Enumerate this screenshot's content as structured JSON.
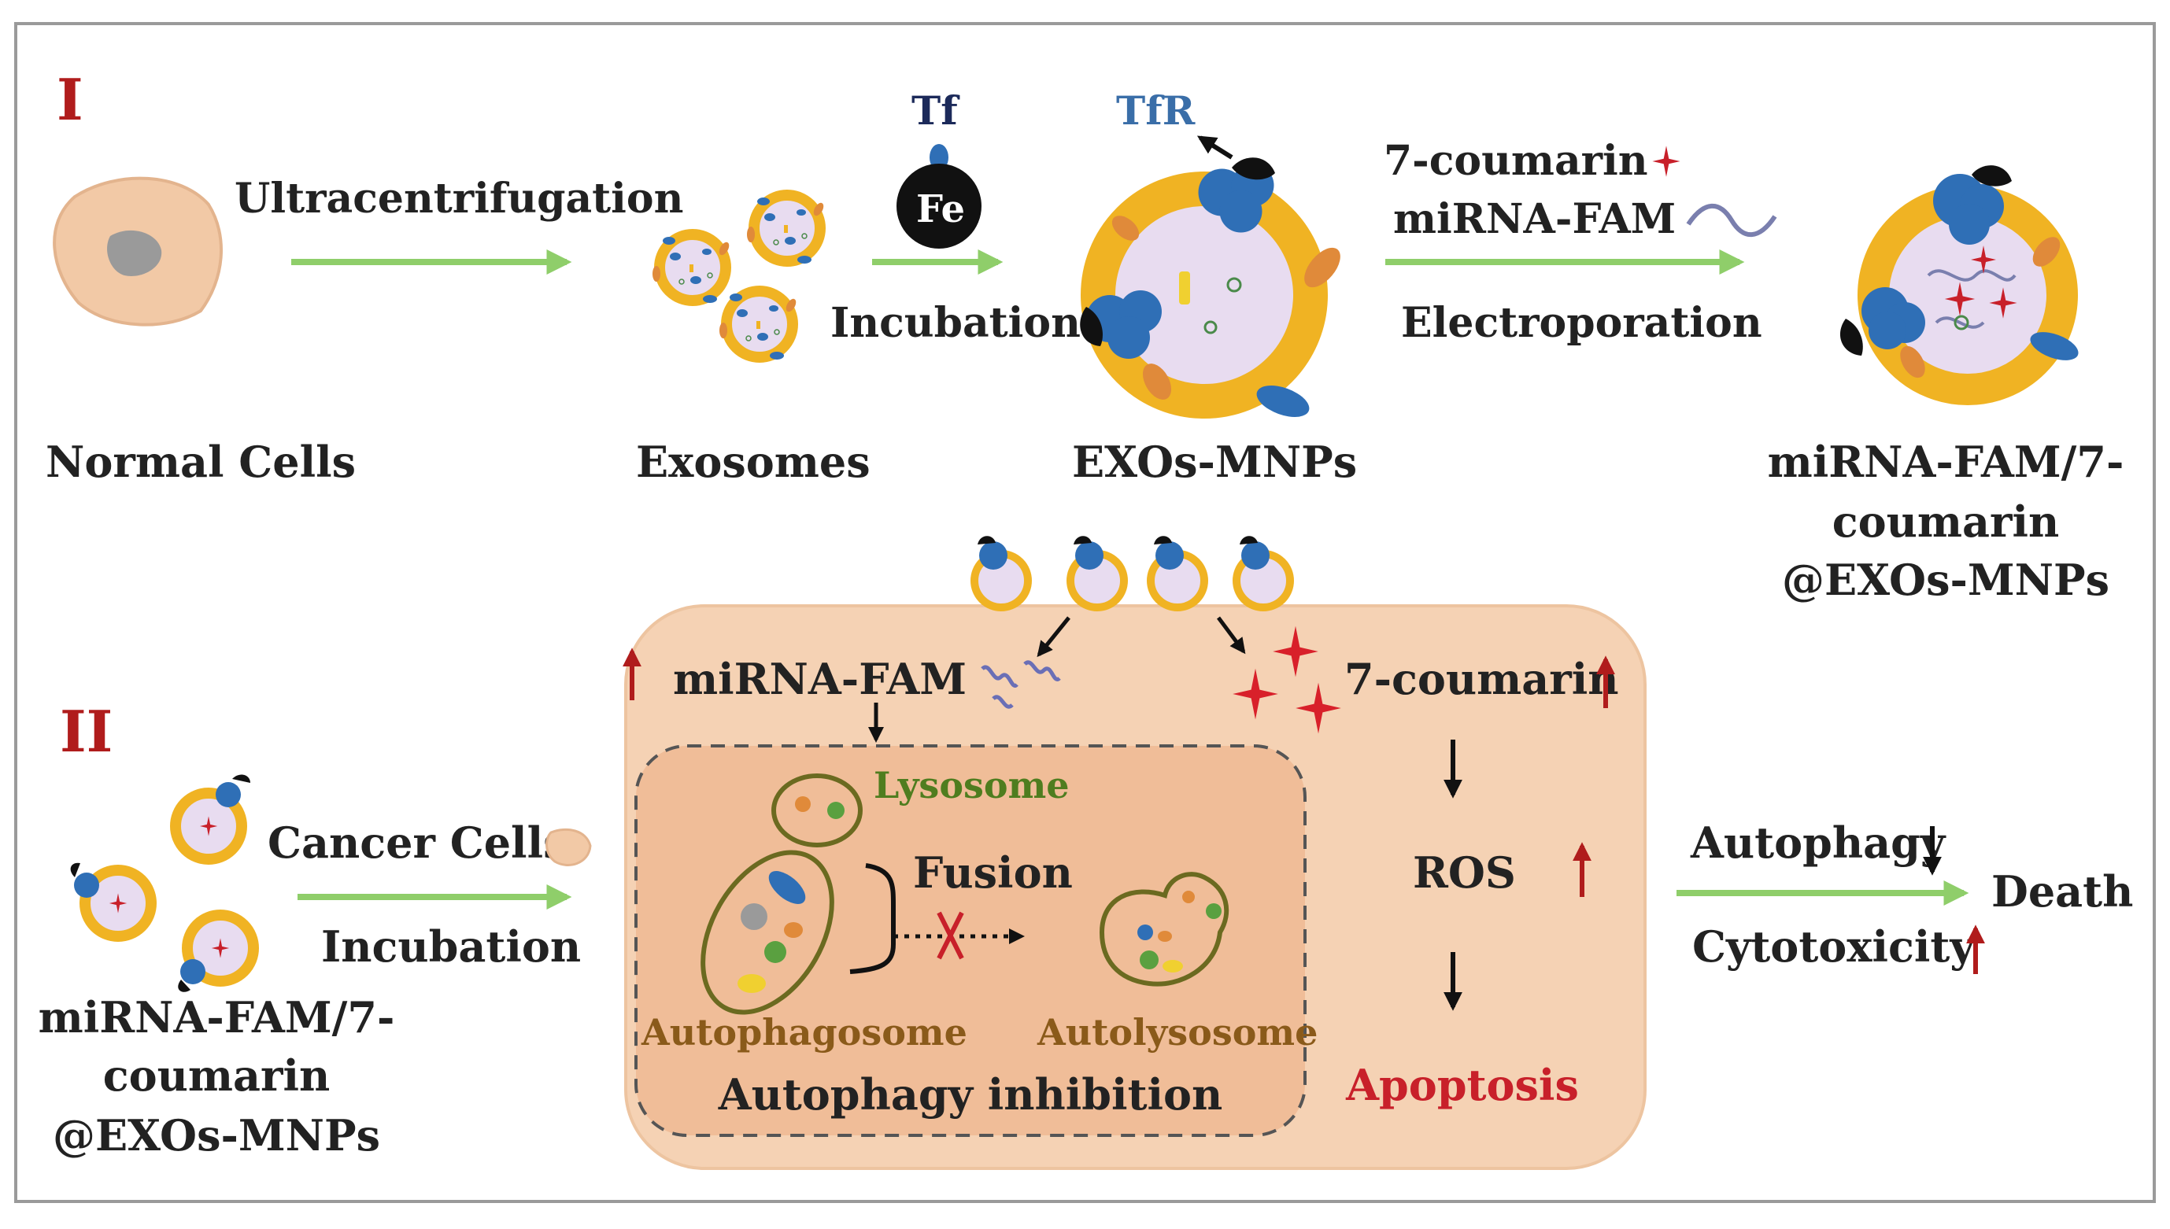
{
  "panel1": {
    "roman": "I",
    "process1": "Ultracentrifugation",
    "tf_label": "Tf",
    "fe_label": "Fe",
    "process2": "Incubation",
    "tfr_label": "TfR",
    "reagent1": "7-coumarin",
    "reagent2": "miRNA-FAM",
    "process3": "Electroporation",
    "label_cells": "Normal Cells",
    "label_exosomes": "Exosomes",
    "label_exos_mnps": "EXOs-MNPs",
    "label_final_1": "miRNA-FAM/7-",
    "label_final_2": "coumarin",
    "label_final_3": "@EXOs-MNPs"
  },
  "panel2": {
    "roman": "II",
    "cancer_cells": "Cancer Cells",
    "incubation": "Incubation",
    "label_left_1": "miRNA-FAM/7-",
    "label_left_2": "coumarin",
    "label_left_3": "@EXOs-MNPs",
    "mirna": "miRNA-FAM",
    "coumarin": "7-coumarin",
    "lysosome": "Lysosome",
    "fusion": "Fusion",
    "autophagosome": "Autophagosome",
    "autolysosome": "Autolysosome",
    "autophagy_inhibition": "Autophagy inhibition",
    "ros": "ROS",
    "apoptosis": "Apoptosis",
    "autophagy": "Autophagy",
    "cytotoxicity": "Cytotoxicity",
    "death": "Death"
  },
  "colors": {
    "dark_red": "#b01c1c",
    "arrow_green": "#8fce6a",
    "membrane_yellow": "#f0b323",
    "lumen_lavender": "#e8dcf0",
    "receptor_blue": "#2f6fb6",
    "tan_cell": "#f2c9a6",
    "cell_border": "#e3b48e",
    "tf_navy": "#1c2a5a",
    "tfr_blue": "#3a6ea8",
    "lysosome_green": "#4f7d1f",
    "organelle_olive": "#6b6a20",
    "autophagosome_brown": "#8a5a1a"
  }
}
